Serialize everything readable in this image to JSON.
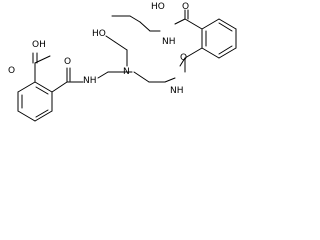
{
  "molecule": {
    "atom_labels": {
      "hydroxyl_left": "OH",
      "acid_oxygen_left": "O",
      "amide_oxygen_left": "O",
      "amide_nh_left": "NH",
      "hydroxyl_top": "HO",
      "amine_n": "N",
      "amide_nh_middle": "NH",
      "amide_oxygen_middle": "O",
      "amide_oxygen_top": "O",
      "amide_nh_top": "NH",
      "hydroxyl_top_right": "HO"
    }
  }
}
